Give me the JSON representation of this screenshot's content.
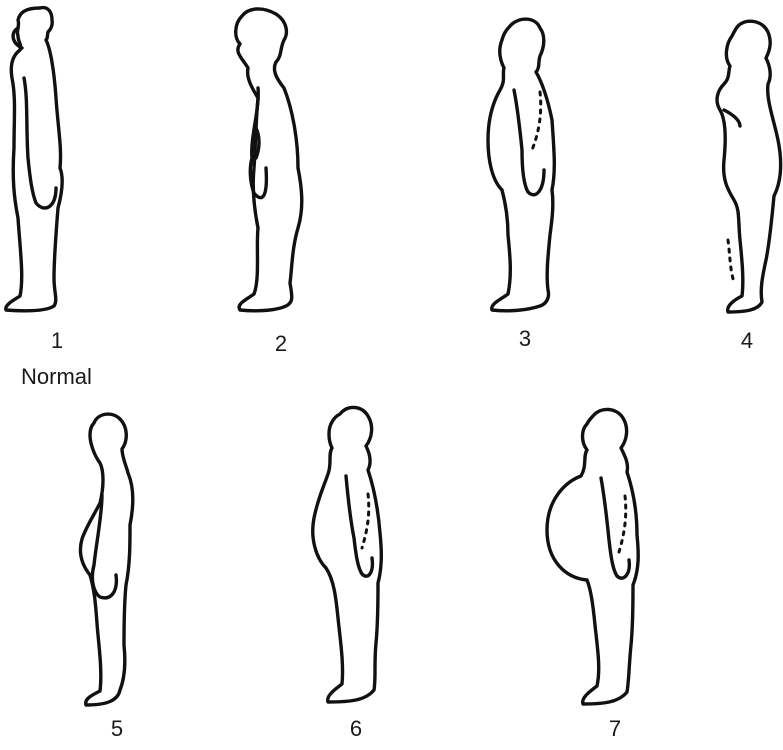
{
  "figures": [
    {
      "label": "1",
      "sublabel": "Normal"
    },
    {
      "label": "2"
    },
    {
      "label": "3"
    },
    {
      "label": "4"
    },
    {
      "label": "5"
    },
    {
      "label": "6"
    },
    {
      "label": "7"
    }
  ]
}
